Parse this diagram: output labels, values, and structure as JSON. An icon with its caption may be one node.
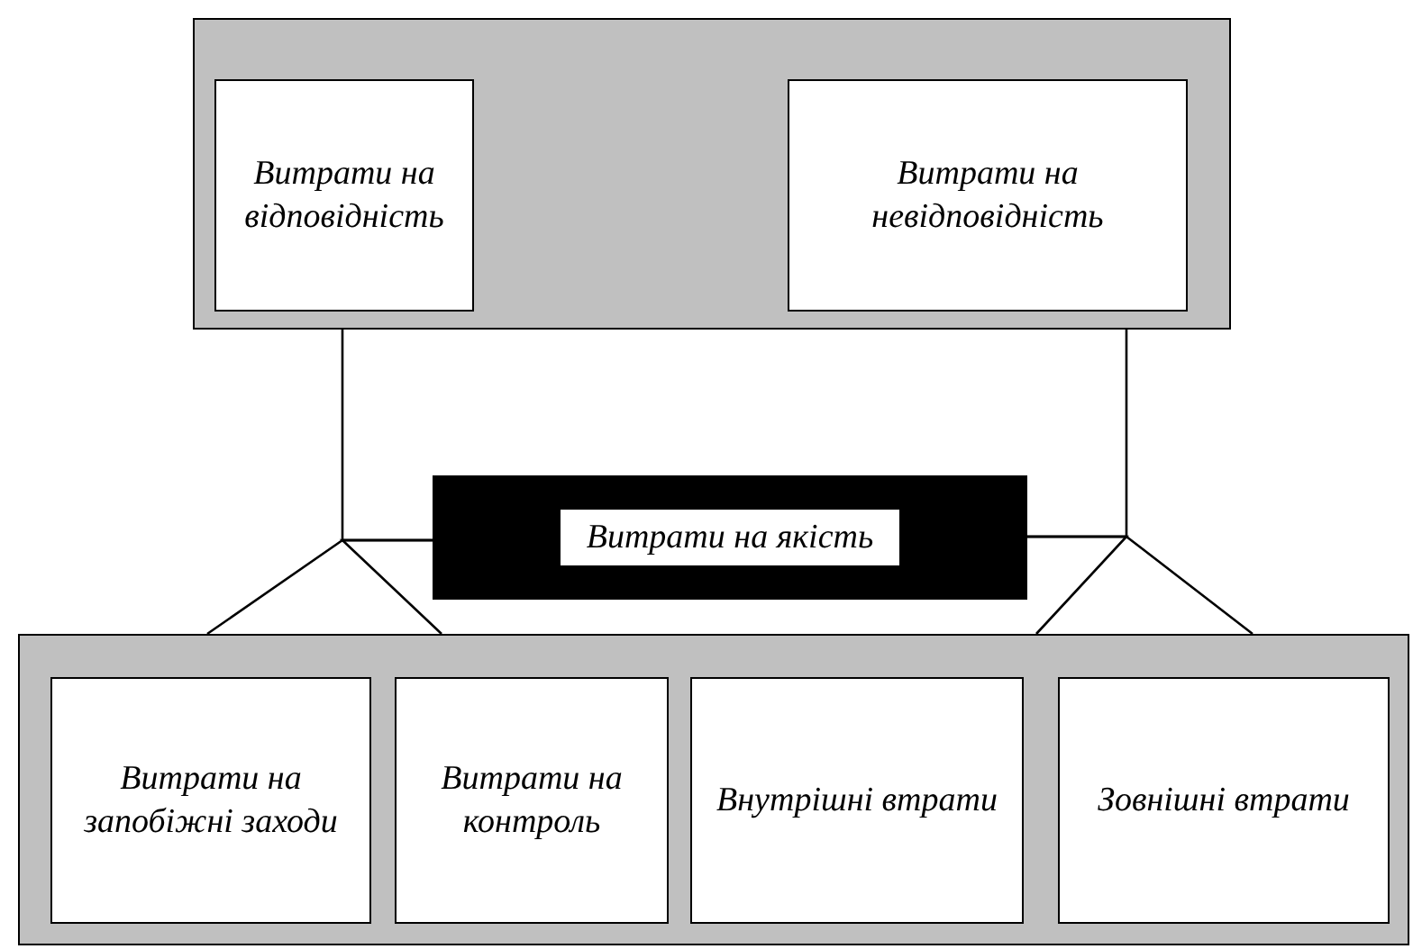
{
  "diagram": {
    "nodes": [
      {
        "text": [],
        "shape": "box"
      },
      {
        "text": [
          "Витрати на відповідність"
        ],
        "in": 0
      },
      {
        "text": [
          "Витрати на невідповідність"
        ],
        "in": 0
      },
      {
        "text": [
          "Витрати на якість"
        ]
      },
      {
        "text": [],
        "shape": "box"
      },
      {
        "text": [
          "Витрати на запобіжні заходи"
        ],
        "in": 4
      },
      {
        "text": [
          "Витрати на контроль"
        ],
        "in": 4
      },
      {
        "text": [
          "Внутрішні втрати"
        ],
        "in": 4
      },
      {
        "text": [
          "Зовнішні втрати"
        ],
        "in": 4
      }
    ],
    "edges": [
      {
        "from": 0,
        "to": 3,
        "arrow": "none"
      },
      {
        "from": 3,
        "to": 4,
        "arrow": "none"
      },
      {
        "from": 3,
        "to": 4,
        "arrow": "none"
      },
      {
        "from": 0,
        "to": 3,
        "arrow": "none"
      },
      {
        "from": 3,
        "to": 4,
        "arrow": "none"
      },
      {
        "from": 3,
        "to": 4,
        "arrow": "none"
      }
    ]
  }
}
